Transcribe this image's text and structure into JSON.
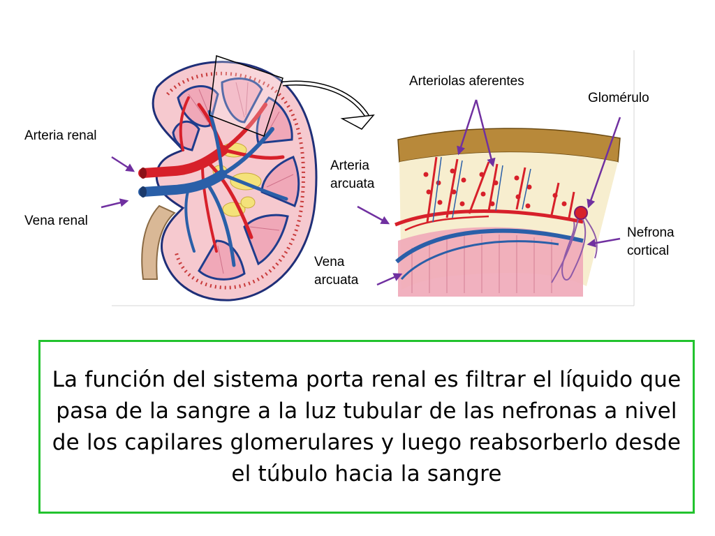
{
  "labels": {
    "arteria_renal": "Arteria renal",
    "vena_renal": "Vena renal",
    "arteria_arcuata": [
      "Arteria",
      "arcuata"
    ],
    "vena_arcuata": [
      "Vena",
      "arcuata"
    ],
    "arteriolas_aferentes": "Arteriolas aferentes",
    "glomerulo": "Glomérulo",
    "nefrona_cortical": [
      "Nefrona",
      "cortical"
    ]
  },
  "summary": "La función del sistema porta renal es filtrar el líquido que pasa de la sangre a la luz tubular de las nefronas a nivel de los capilares glomerulares y luego reabsorberlo desde el túbulo hacia la sangre",
  "colors": {
    "arrow": "#7030a0",
    "artery": "#d7202a",
    "vein": "#2a5fa8",
    "pyramid": "#f0a8b8",
    "fat": "#f4e27a",
    "cortex": "#f7eecf",
    "box_border": "#22c32e"
  }
}
